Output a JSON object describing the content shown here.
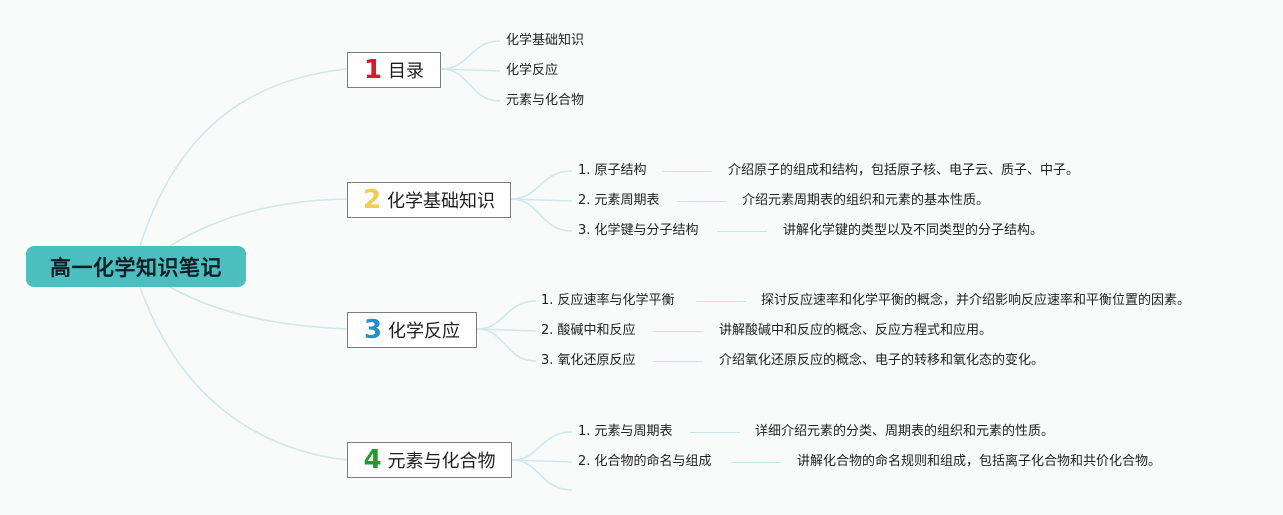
{
  "root": {
    "title": "高一化学知识笔记"
  },
  "branches": [
    {
      "number": "1",
      "color": "#d7192b",
      "title": "目录",
      "items": [
        {
          "label": "化学基础知识"
        },
        {
          "label": "化学反应"
        },
        {
          "label": "元素与化合物"
        }
      ]
    },
    {
      "number": "2",
      "color": "#f2cd4f",
      "title": "化学基础知识",
      "items": [
        {
          "label": "1. 原子结构",
          "desc": "介绍原子的组成和结构，包括原子核、电子云、质子、中子。"
        },
        {
          "label": "2. 元素周期表",
          "desc": "介绍元素周期表的组织和元素的基本性质。"
        },
        {
          "label": "3. 化学键与分子结构",
          "desc": "讲解化学键的类型以及不同类型的分子结构。"
        }
      ]
    },
    {
      "number": "3",
      "color": "#1f8fce",
      "title": "化学反应",
      "items": [
        {
          "label": "1. 反应速率与化学平衡",
          "desc": "探讨反应速率和化学平衡的概念，并介绍影响反应速率和平衡位置的因素。"
        },
        {
          "label": "2. 酸碱中和反应",
          "desc": "讲解酸碱中和反应的概念、反应方程式和应用。"
        },
        {
          "label": "3. 氧化还原反应",
          "desc": "介绍氧化还原反应的概念、电子的转移和氧化态的变化。"
        }
      ]
    },
    {
      "number": "4",
      "color": "#1f9e2f",
      "title": "元素与化合物",
      "items": [
        {
          "label": "1. 元素与周期表",
          "desc": "详细介绍元素的分类、周期表的组织和元素的性质。"
        },
        {
          "label": "2. 化合物的命名与组成",
          "desc": "讲解化合物的命名规则和组成，包括离子化合物和共价化合物。"
        }
      ]
    }
  ]
}
